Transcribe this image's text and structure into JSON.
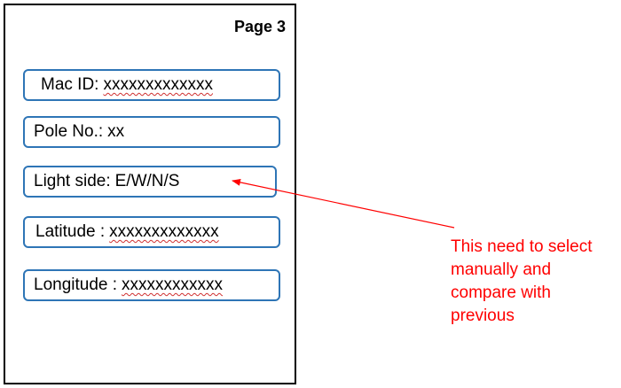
{
  "page": {
    "title": "Page 3"
  },
  "fields": {
    "mac_id": {
      "label": "Mac ID:",
      "value": "xxxxxxxxxxxxx"
    },
    "pole_no": {
      "label": "Pole No.:",
      "value": "xx"
    },
    "light_side": {
      "label": "Light side:",
      "value": "E/W/N/S"
    },
    "latitude": {
      "label": "Latitude :",
      "value": "xxxxxxxxxxxxx"
    },
    "longitude": {
      "label": "Longitude :",
      "value": "xxxxxxxxxxxx"
    }
  },
  "annotation": {
    "lines": [
      "This need to select",
      "manually and",
      "compare with",
      "previous"
    ],
    "color": "#ff0000"
  },
  "colors": {
    "field_border": "#2e75b6",
    "frame_border": "#000000",
    "spellcheck": "#d03030"
  }
}
